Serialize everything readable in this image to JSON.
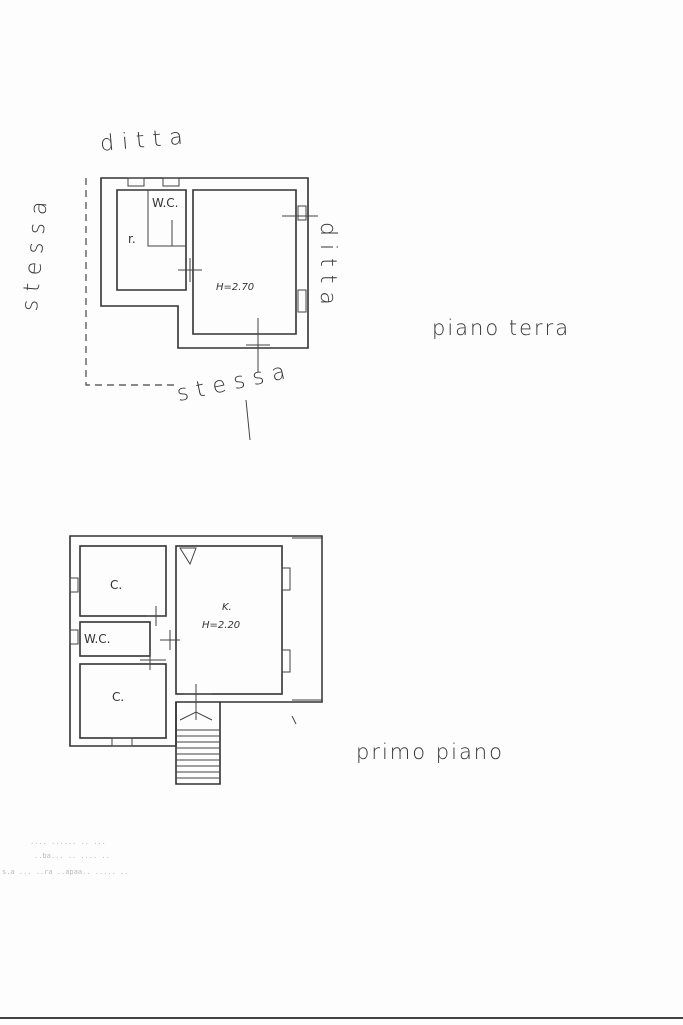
{
  "ground_floor": {
    "title": "piano terra",
    "rooms": {
      "cam": "r.",
      "wc": "W.C.",
      "height": "H=2.70"
    },
    "neighbors": {
      "top": "ditta",
      "right": "ditta",
      "left": "stessa",
      "bottom": "stessa"
    }
  },
  "first_floor": {
    "title": "primo piano",
    "rooms": {
      "camera_top": "C.",
      "wc": "W.C.",
      "camera_bottom": "C.",
      "kitchen": "K.",
      "height": "H=2.20"
    }
  },
  "footer_notes": {
    "line1": ".... ...... .. ...",
    "line2": "..ba... .. ....  ..",
    "line3": "s.a ... ..ra ..apaa.. ..... .."
  }
}
